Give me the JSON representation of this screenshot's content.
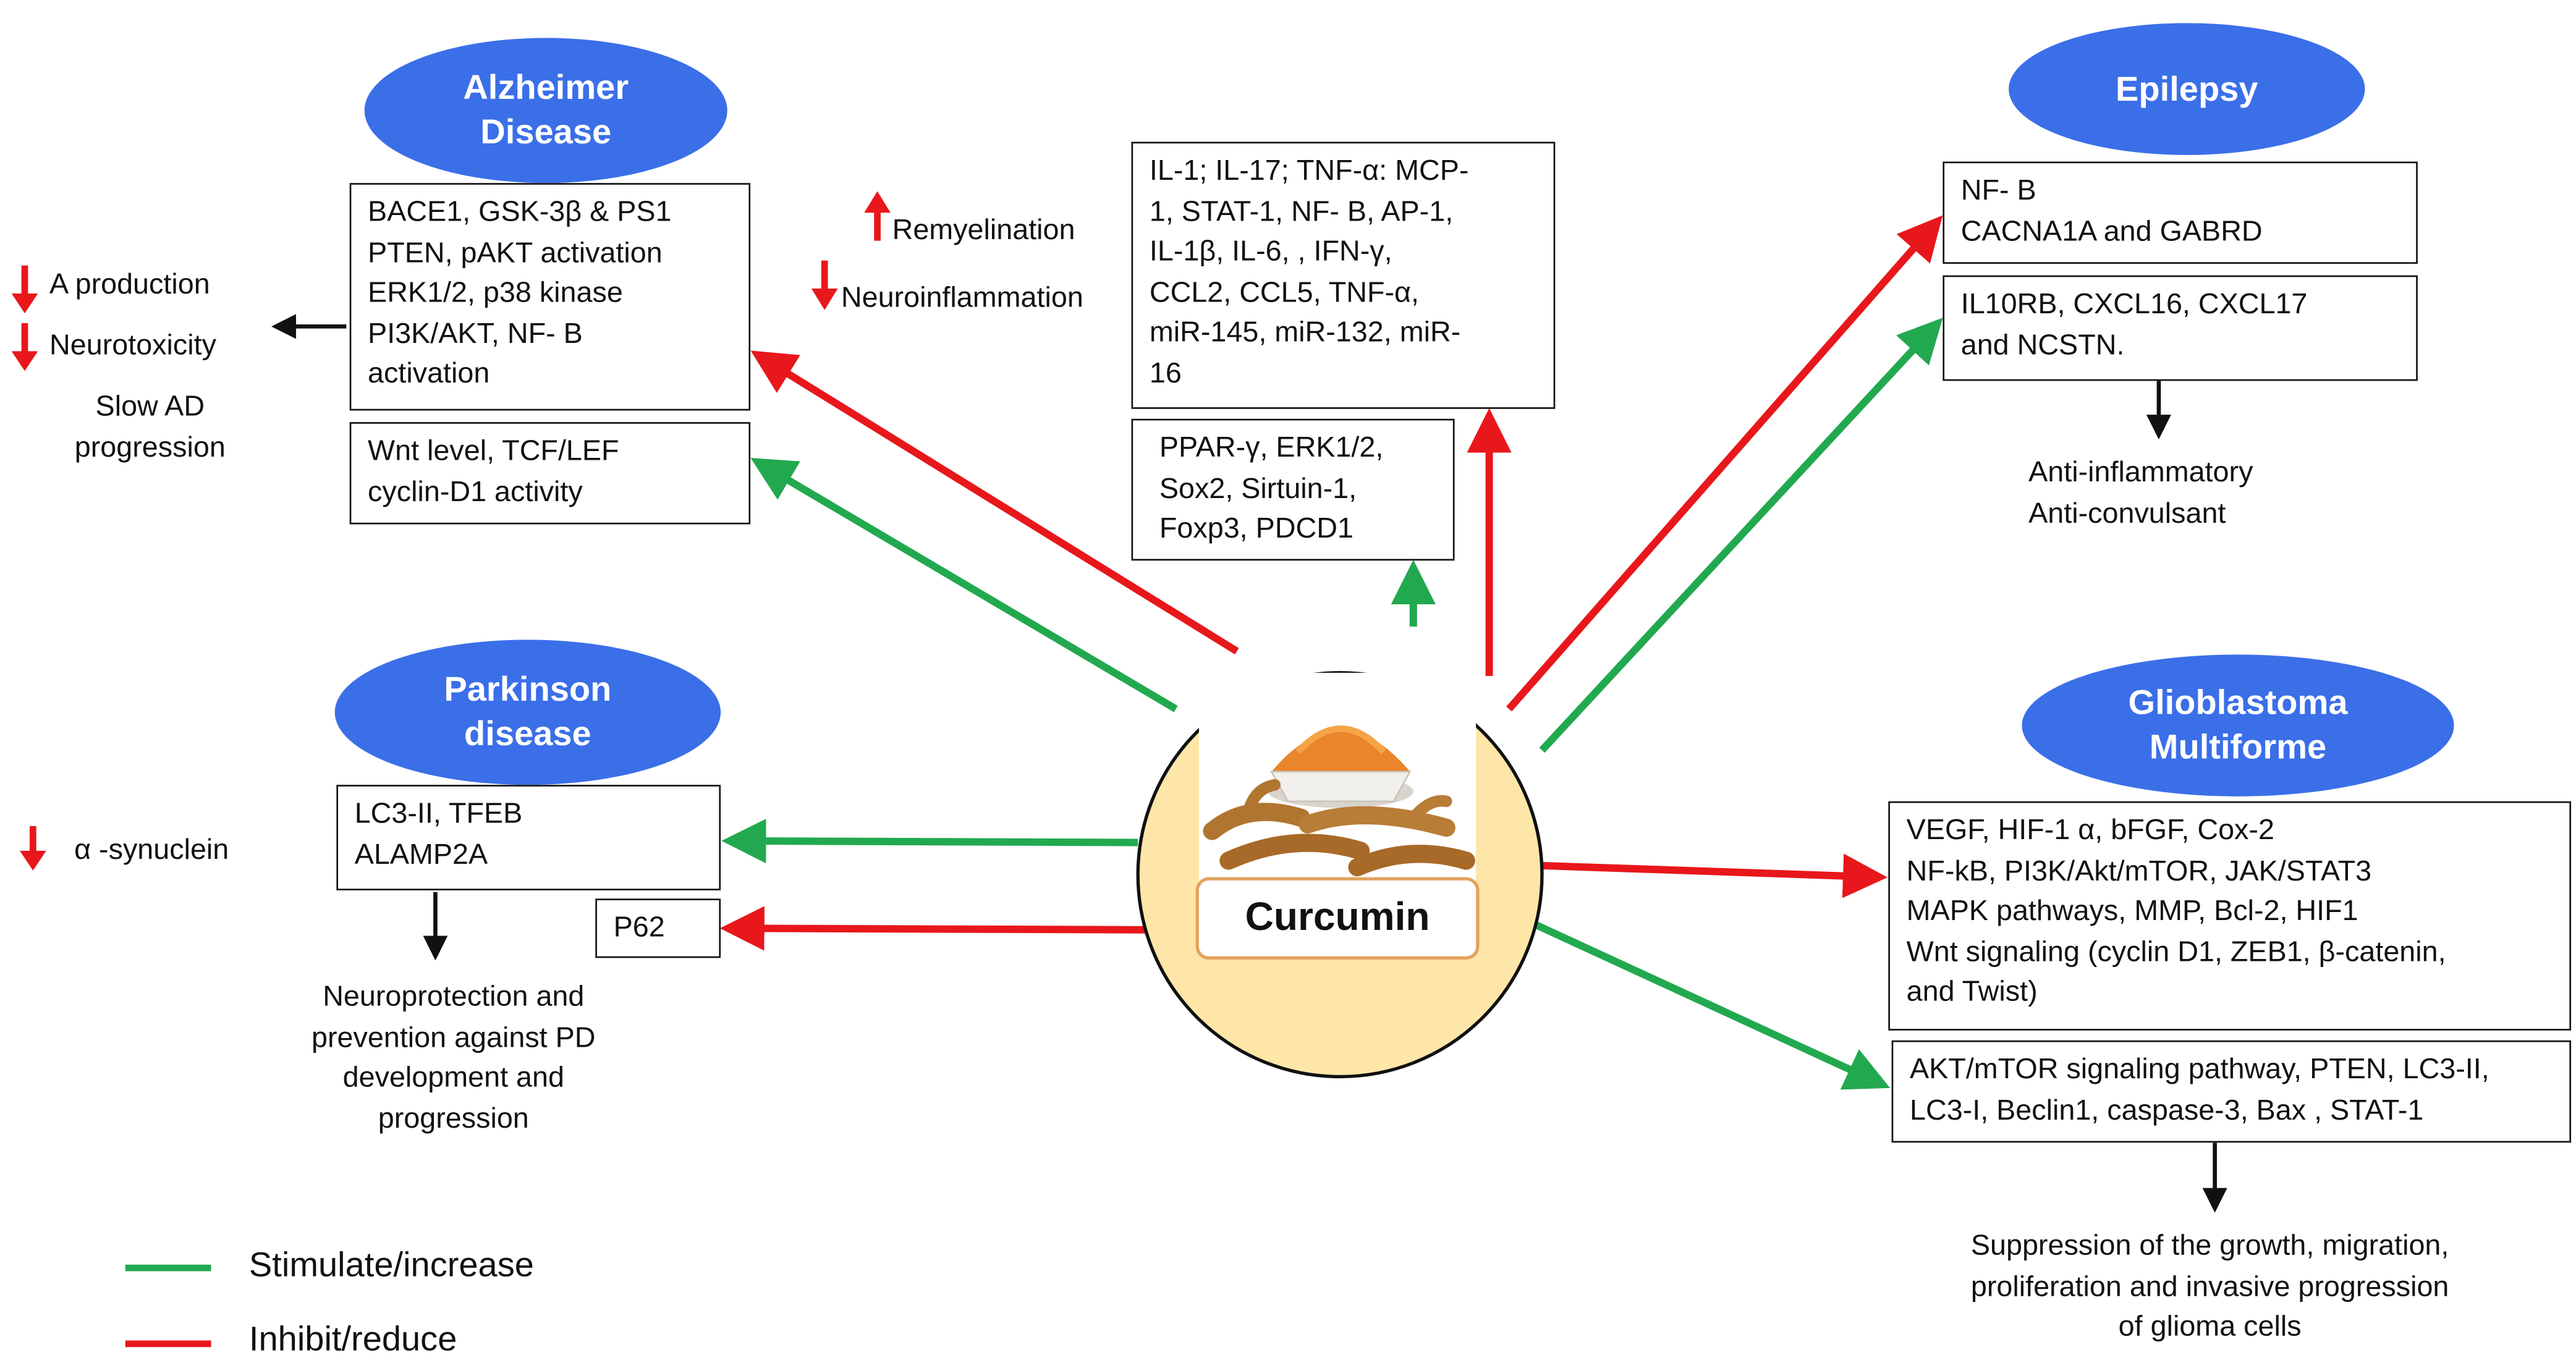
{
  "colors": {
    "stimulate": "#22a94f",
    "inhibit": "#e8171b",
    "oval": "#3b6fe8",
    "circle": "#fde6a8"
  },
  "center": {
    "label": "Curcumin",
    "image_icon": "turmeric-powder-and-roots-icon"
  },
  "alzheimer": {
    "title": "Alzheimer\nDisease",
    "inhibit_box": "BACE1, GSK-3β & PS1\nPTEN, pAKT activation\nERK1/2, p38 kinase\nPI3K/AKT, NF-  B\nactivation",
    "stimulate_box": "Wnt level, TCF/LEF\ncyclin-D1 activity",
    "effect_1": "A   production",
    "effect_2": "Neurotoxicity",
    "outcome": "Slow AD\nprogression"
  },
  "ms": {
    "remyelination": "Remyelination",
    "neuroinflammation": "Neuroinflammation",
    "inhibit_box": "IL-1; IL-17; TNF-α: MCP-\n1, STAT-1, NF-  B, AP-1,\nIL-1β, IL-6, , IFN-γ,\nCCL2, CCL5, TNF-α,\nmiR-145, miR-132, miR-\n16",
    "stimulate_box": "PPAR-γ, ERK1/2,\nSox2, Sirtuin-1,\nFoxp3, PDCD1"
  },
  "epilepsy": {
    "title": "Epilepsy",
    "inhibit_box": "NF-  B\nCACNA1A and GABRD",
    "stimulate_box": "IL10RB, CXCL16, CXCL17\nand NCSTN.",
    "outcome": "Anti-inflammatory\nAnti-convulsant"
  },
  "parkinson": {
    "title": "Parkinson\ndisease",
    "stimulate_box": "LC3-II, TFEB\nALAMP2A",
    "inhibit_box": "P62",
    "effect": "α -synuclein",
    "outcome": "Neuroprotection and\nprevention against PD\ndevelopment and\nprogression"
  },
  "glioblastoma": {
    "title": "Glioblastoma\nMultiforme",
    "inhibit_box": "VEGF, HIF-1 α, bFGF,  Cox-2\nNF-kB, PI3K/Akt/mTOR, JAK/STAT3\nMAPK pathways, MMP, Bcl-2, HIF1\nWnt signaling (cyclin D1, ZEB1, β-catenin,\nand Twist)",
    "stimulate_box": "AKT/mTOR signaling pathway, PTEN, LC3-II,\nLC3-I, Beclin1, caspase-3, Bax , STAT-1",
    "outcome": "Suppression of the growth, migration,\nproliferation and invasive progression\nof glioma cells"
  },
  "legend": {
    "stimulate": "Stimulate/increase",
    "inhibit": "Inhibit/reduce"
  }
}
